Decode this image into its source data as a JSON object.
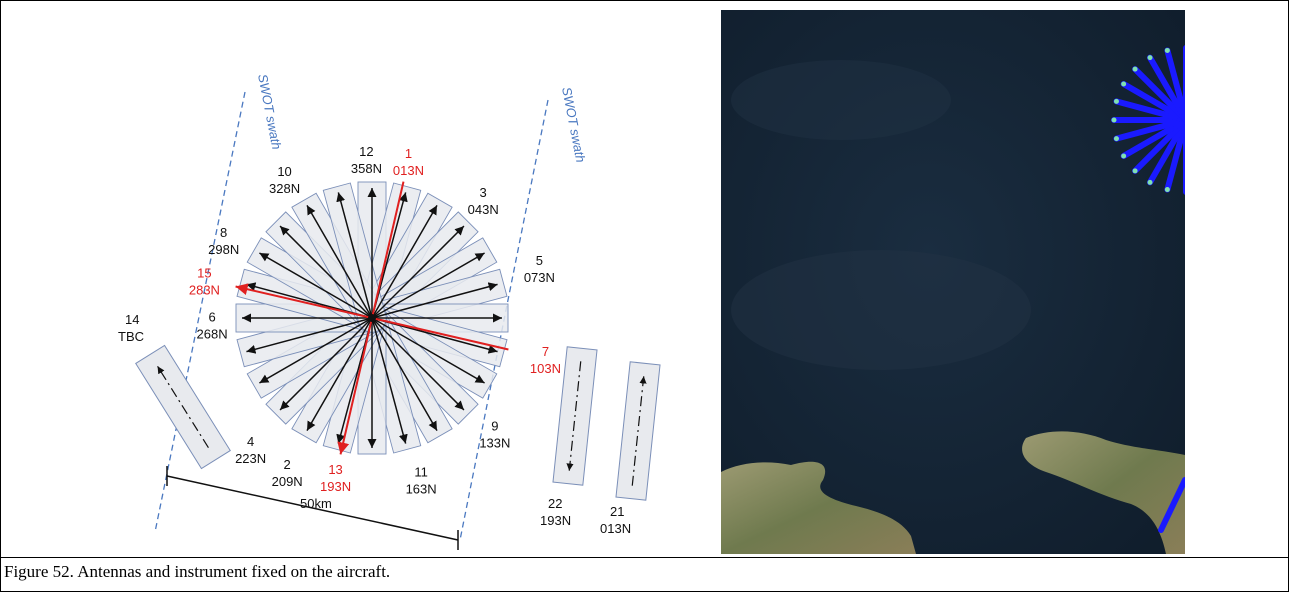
{
  "caption": "Figure 52. Antennas and instrument fixed on the aircraft.",
  "swath_label": "SWOT swath",
  "scale_label": "50km",
  "headings": [
    {
      "num": "12",
      "heading": "358N",
      "deg": 358,
      "color": "black"
    },
    {
      "num": "1",
      "heading": "013N",
      "deg": 13,
      "color": "red"
    },
    {
      "num": "3",
      "heading": "043N",
      "deg": 43,
      "color": "black"
    },
    {
      "num": "5",
      "heading": "073N",
      "deg": 73,
      "color": "black"
    },
    {
      "num": "7",
      "heading": "103N",
      "deg": 103,
      "color": "red"
    },
    {
      "num": "9",
      "heading": "133N",
      "deg": 133,
      "color": "black"
    },
    {
      "num": "11",
      "heading": "163N",
      "deg": 163,
      "color": "black"
    },
    {
      "num": "13",
      "heading": "193N",
      "deg": 193,
      "color": "red"
    },
    {
      "num": "2",
      "heading": "209N",
      "deg": 209,
      "color": "black"
    },
    {
      "num": "4",
      "heading": "223N",
      "deg": 223,
      "color": "black"
    },
    {
      "num": "6",
      "heading": "268N",
      "deg": 268,
      "color": "black"
    },
    {
      "num": "15",
      "heading": "283N",
      "deg": 283,
      "color": "red"
    },
    {
      "num": "8",
      "heading": "298N",
      "deg": 298,
      "color": "black"
    },
    {
      "num": "10",
      "heading": "328N",
      "deg": 328,
      "color": "black"
    }
  ],
  "separate_legs": [
    {
      "num": "14",
      "heading": "TBC"
    },
    {
      "num": "22",
      "heading": "193N"
    },
    {
      "num": "21",
      "heading": "013N"
    }
  ],
  "colors": {
    "red_track": "#e02020",
    "black_track": "#111111",
    "swath_line": "#4a78c0",
    "box_fill": "#e8eaee",
    "box_stroke": "#7b8fb8",
    "star_blue": "#1a1aff",
    "sea_dark": "#1b2a3a",
    "land": "#8a8a62"
  }
}
